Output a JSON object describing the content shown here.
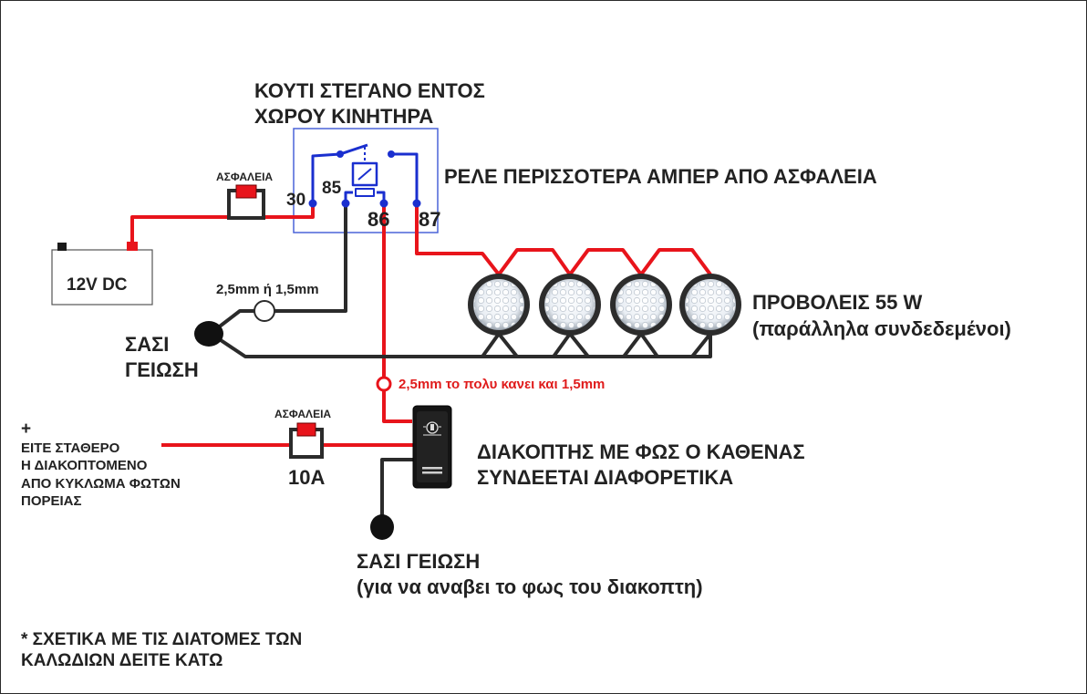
{
  "diagram": {
    "box_title_line1": "ΚΟΥΤΙ ΣΤΕΓΑΝΟ ΕΝΤΟΣ",
    "box_title_line2": "ΧΩΡΟΥ ΚΙΝΗΤΗΡΑ",
    "relay_label": "ΡΕΛΕ ΠΕΡΙΣΣΟΤΕΡΑ ΑΜΠΕΡ ΑΠΟ ΑΣΦΑΛΕΙΑ",
    "pins": {
      "p30": "30",
      "p85": "85",
      "p86": "86",
      "p87": "87"
    },
    "fuse_top_label": "ΑΣΦΑΛΕΙΑ",
    "fuse_bottom_label": "ΑΣΦΑΛΕΙΑ",
    "fuse_rating": "10A",
    "battery_label": "12V DC",
    "wire_gauge_ground": "2,5mm ή 1,5mm",
    "wire_gauge_red": "2,5mm το πολυ κανει και  1,5mm",
    "chassis_ground_line1": "ΣΑΣΙ",
    "chassis_ground_line2": "ΓΕΙΩΣΗ",
    "lights_line1": "ΠΡΟΒΟΛΕΙΣ 55 W",
    "lights_line2": "(παράλληλα συνδεδεμένοι)",
    "switch_line1": "ΔΙΑΚΟΠΤΗΣ ΜΕ ΦΩΣ Ο ΚΑΘΕΝΑΣ",
    "switch_line2": "ΣΥΝΔΕΕΤΑΙ ΔΙΑΦΟΡΕΤΙΚΑ",
    "switch_ground_line1": "ΣΑΣΙ ΓΕΙΩΣΗ",
    "switch_ground_line2": "(για να αναβει το φως του διακοπτη)",
    "input_plus": "+",
    "input_line1": "ΕΙΤΕ ΣΤΑΘΕΡΟ",
    "input_line2": "Η ΔΙΑΚΟΠΤΟΜΕΝΟ",
    "input_line3": "ΑΠΟ ΚΥΚΛΩΜΑ ΦΩΤΩΝ",
    "input_line4": "ΠΟΡΕΙΑΣ",
    "footnote_line1": "* ΣΧΕΤΙΚΑ ΜΕ ΤΙΣ ΔΙΑΤΟΜΕΣ ΤΩΝ",
    "footnote_line2": "ΚΑΛΩΔΙΩΝ ΔΕΙΤΕ ΚΑΤΩ"
  },
  "colors": {
    "positive_wire": "#e8141b",
    "ground_wire": "#2b2b2b",
    "relay_wire": "#1a2fcf",
    "relay_box_border": "#4a63d8",
    "text": "#222222"
  }
}
